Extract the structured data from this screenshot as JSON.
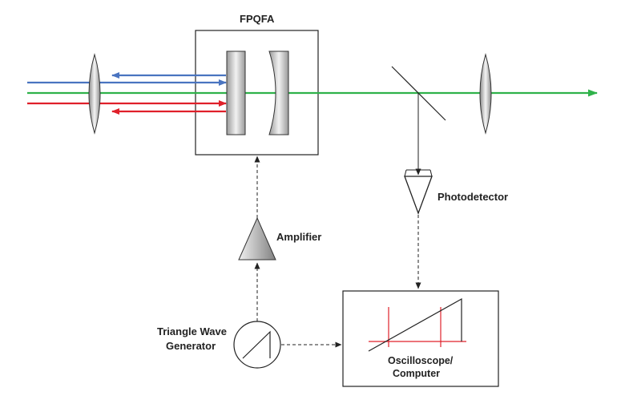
{
  "labels": {
    "fpqfa": "FPQFA",
    "photodetector": "Photodetector",
    "amplifier": "Amplifier",
    "triangle_wave_generator_line1": "Triangle Wave",
    "triangle_wave_generator_line2": "Generator",
    "oscilloscope_line1": "Oscilloscope/",
    "oscilloscope_line2": "Computer"
  },
  "beam_colors": {
    "blue": "#4a74c0",
    "green": "#2fb24a",
    "red": "#e0202a"
  },
  "icons": [
    "lens",
    "mirror",
    "cavity-mirror",
    "beamsplitter",
    "photodetector-triangle",
    "amplifier-triangle",
    "sawtooth-icon"
  ]
}
